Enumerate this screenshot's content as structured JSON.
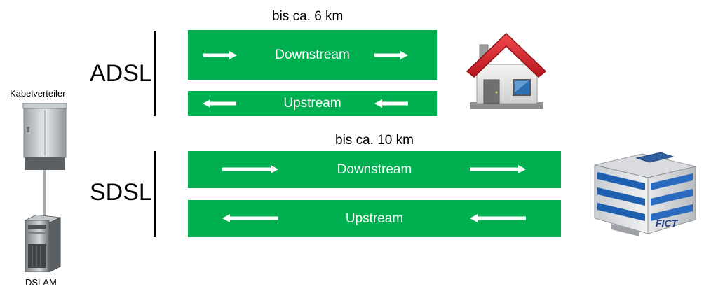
{
  "devices": {
    "cabinet_label": "Kabelverteiler",
    "dslam_label": "DSLAM"
  },
  "adsl": {
    "label": "ADSL",
    "distance": "bis ca. 6 km",
    "downstream": "Downstream",
    "upstream": "Upstream"
  },
  "sdsl": {
    "label": "SDSL",
    "distance": "bis ca. 10 km",
    "downstream": "Downstream",
    "upstream": "Upstream"
  },
  "building": {
    "logo_text": "FICT"
  },
  "colors": {
    "bar": "#00b050",
    "roof": "#d9232d"
  }
}
